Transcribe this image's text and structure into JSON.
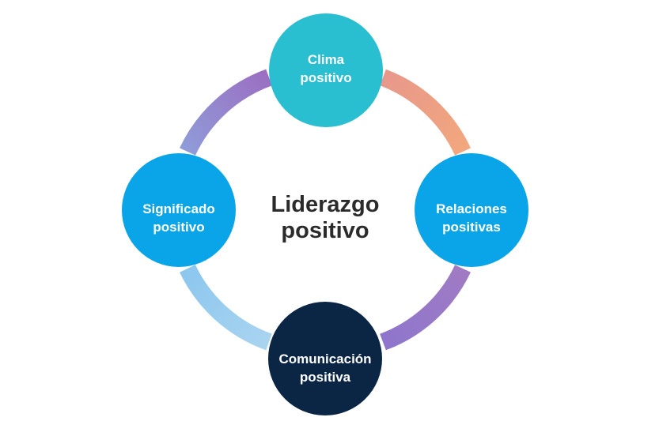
{
  "center": {
    "line1": "Liderazgo",
    "line2": "positivo"
  },
  "nodes": [
    {
      "id": "clima",
      "line1": "Clima",
      "line2": "positivo",
      "color": "#29BED0"
    },
    {
      "id": "relaciones",
      "line1": "Relaciones",
      "line2": "positivas",
      "color": "#0AA5E8"
    },
    {
      "id": "comunicacion",
      "line1": "Comunicación",
      "line2": "positiva",
      "color": "#0B2545"
    },
    {
      "id": "significado",
      "line1": "Significado",
      "line2": "positivo",
      "color": "#0AA5E8"
    }
  ],
  "connectors": [
    {
      "from": "clima",
      "to": "relaciones",
      "color_start": "#E8988A",
      "color_end": "#F2A77E"
    },
    {
      "from": "relaciones",
      "to": "comunicacion",
      "color_start": "#A07BC4",
      "color_end": "#8E76CC"
    },
    {
      "from": "comunicacion",
      "to": "significado",
      "color_start": "#A9D4F0",
      "color_end": "#8CC7EE"
    },
    {
      "from": "significado",
      "to": "clima",
      "color_start": "#8F9BD8",
      "color_end": "#9B6FC2"
    }
  ]
}
